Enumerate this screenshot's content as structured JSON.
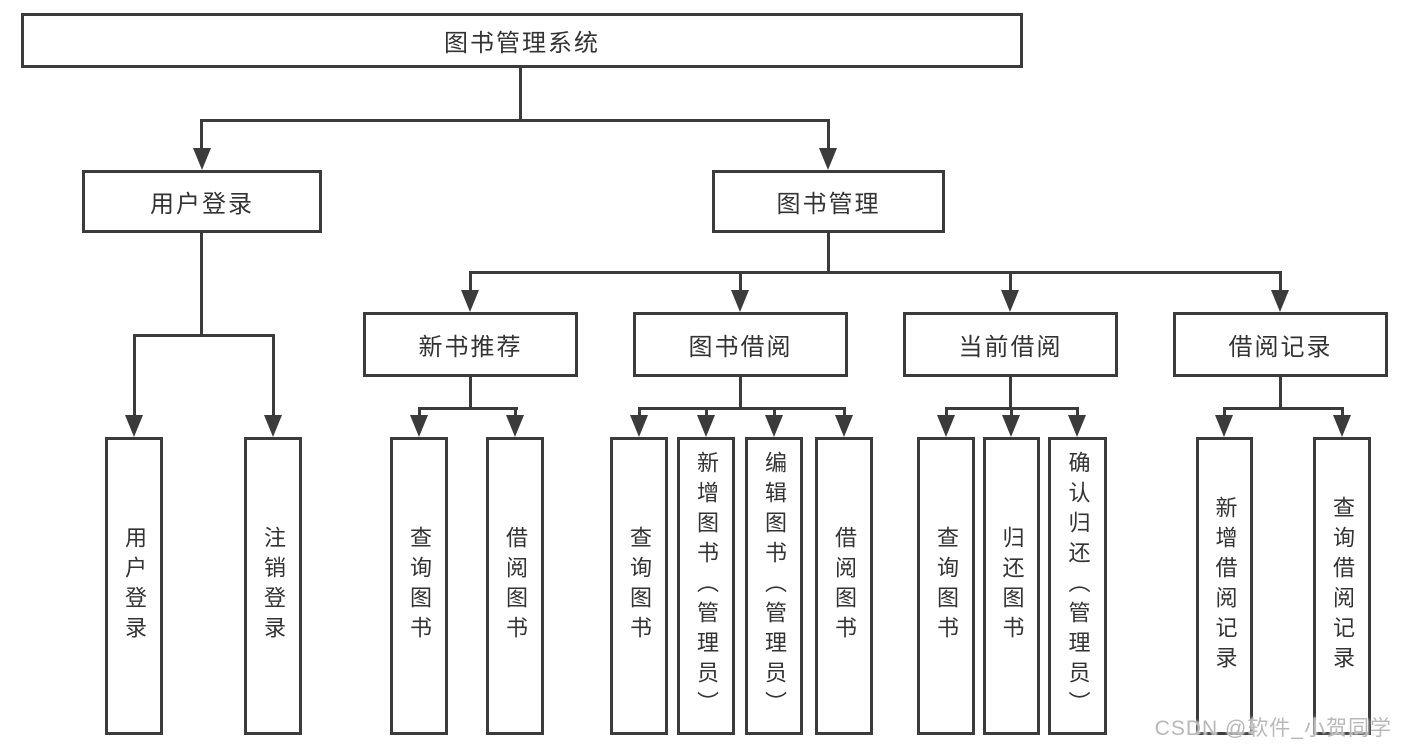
{
  "diagram": {
    "root": {
      "label": "图书管理系统"
    },
    "level2": [
      {
        "label": "用户登录"
      },
      {
        "label": "图书管理"
      }
    ],
    "level3": [
      {
        "label": "新书推荐"
      },
      {
        "label": "图书借阅"
      },
      {
        "label": "当前借阅"
      },
      {
        "label": "借阅记录"
      }
    ],
    "leaves": {
      "login": [
        {
          "label": "用户登录"
        },
        {
          "label": "注销登录"
        }
      ],
      "newbook": [
        {
          "label": "查询图书"
        },
        {
          "label": "借阅图书"
        }
      ],
      "borrow": [
        {
          "label": "查询图书"
        },
        {
          "label": "新增图书（管理员）"
        },
        {
          "label": "编辑图书（管理员）"
        },
        {
          "label": "借阅图书"
        }
      ],
      "current": [
        {
          "label": "查询图书"
        },
        {
          "label": "归还图书"
        },
        {
          "label": "确认归还（管理员）"
        }
      ],
      "records": [
        {
          "label": "新增借阅记录"
        },
        {
          "label": "查询借阅记录"
        }
      ]
    },
    "watermark": "CSDN @软件_小贺同学",
    "colors": {
      "line": "#3b3b3b",
      "text": "#333333",
      "background": "#ffffff",
      "watermark": "#b8b8b8"
    }
  }
}
